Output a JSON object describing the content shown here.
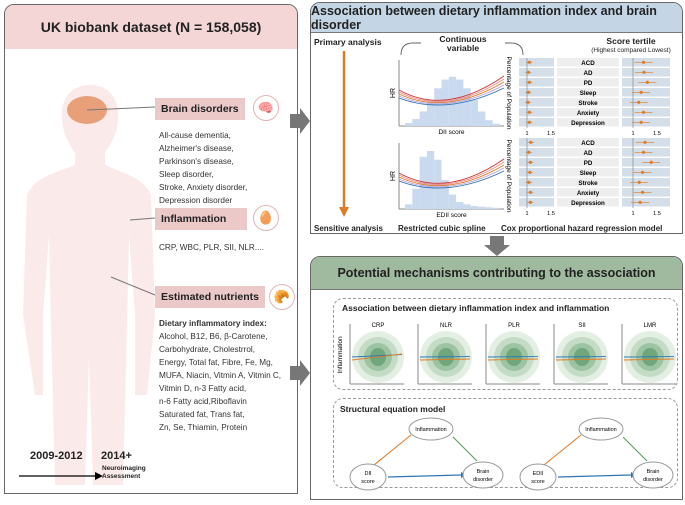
{
  "left": {
    "title": "UK biobank dataset (N = 158,058)",
    "brain": {
      "label": "Brain disorders",
      "icon": "brain-icon",
      "text": [
        "All-cause dementia,",
        "Alzheimer's disease,",
        "Parkinson's disease,",
        "Sleep disorder,",
        "Stroke, Anxiety disorder,",
        "Depression disorder"
      ]
    },
    "inflammation": {
      "label": "Inflammation",
      "icon": "blood-cells-icon",
      "text": "CRP, WBC, PLR, SII, NLR...."
    },
    "nutrients": {
      "label": "Estimated nutrients",
      "icon": "food-bowl-icon",
      "heading": "Dietary inflammatory index:",
      "text": [
        "Alcohol, B12, B6, β-Carotene,",
        "Carbohydrate, Cholestrrol,",
        "Energy, Total fat, Fibre, Fe, Mg,",
        "MUFA, Niacin, Vitmin A, Vitmin C,",
        "Vitmin D, n-3 Fatty acid,",
        "n-6 Fatty acid,Riboflavin",
        "Saturated fat, Trans fat,",
        "Zn, Se, Thiamin, Protein"
      ]
    },
    "timeline": {
      "start": "2009-2012",
      "end": "2014+",
      "end_sub1": "Neuroimaging",
      "end_sub2": "Assessment"
    }
  },
  "top": {
    "title": "Association between dietary inflammation index and brain disorder",
    "primary": "Primary analysis",
    "sensitive": "Sensitive analysis",
    "continuous": "Continuous variable",
    "score_tertile": "Score tertile",
    "tertile_sub": "(Highest compared Lowest)",
    "spline_label": "Restricted cubic spline",
    "cox_label": "Cox proportional hazard regression model",
    "hr": "HR",
    "pct": "Percentage of Population",
    "spline_x": [
      "DII score",
      "EDII score"
    ],
    "outcomes": [
      "ACD",
      "AD",
      "PD",
      "Sleep",
      "Stroke",
      "Anxiety",
      "Depression"
    ],
    "ticks": [
      "1",
      "1.5"
    ],
    "forest": {
      "dii_continuous": [
        1.05,
        1.03,
        1.05,
        1.03,
        1.02,
        1.05,
        1.05
      ],
      "dii_tertile": [
        1.22,
        1.23,
        1.3,
        1.17,
        1.12,
        1.22,
        1.17
      ],
      "edii_continuous": [
        1.08,
        1.04,
        1.07,
        1.06,
        1.04,
        1.07,
        1.07
      ],
      "edii_tertile": [
        1.25,
        1.22,
        1.38,
        1.2,
        1.13,
        1.2,
        1.15
      ]
    },
    "colors": {
      "orange": "#e07b24",
      "blue": "#2e75b6",
      "red": "#d03030",
      "bar": "#c9d9ee"
    }
  },
  "bottom": {
    "title": "Potential mechanisms contributing  to the association",
    "assoc_title": "Association between dietary inflammation index and inflammation",
    "y_label": "Inflammation",
    "markers": [
      "CRP",
      "NLR",
      "PLR",
      "SII",
      "LMR"
    ],
    "sem_title": "Structural equation model",
    "sem": [
      {
        "exposure": [
          "DII",
          "score"
        ],
        "mediator": "Inflammation",
        "outcome": [
          "Brain",
          "disorder"
        ]
      },
      {
        "exposure": [
          "EDII",
          "score"
        ],
        "mediator": "Inflammation",
        "outcome": [
          "Brain",
          "disorder"
        ]
      }
    ]
  }
}
